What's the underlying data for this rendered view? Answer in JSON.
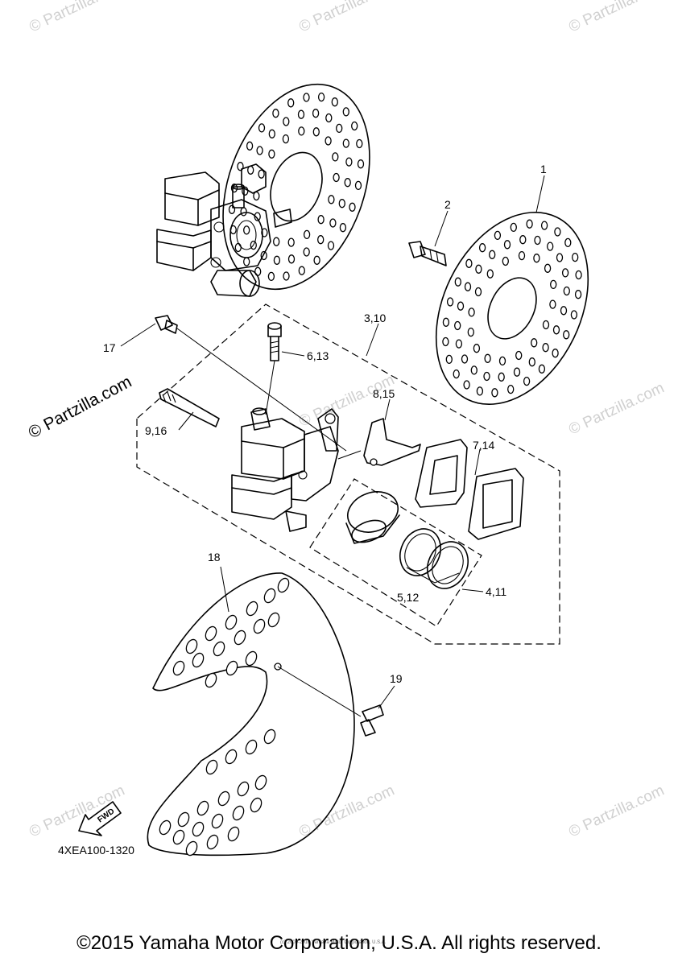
{
  "diagram_code": "4XEA100-1320",
  "copyright": "©2015 Yamaha Motor Corporation, U.S.A. All rights reserved.",
  "fine_print": "(c) 2005-2016 Yamaha Motor Corporation, U.S.A.",
  "watermark": "© Partzilla.com",
  "fwd_label": "FWD",
  "callouts": [
    {
      "id": "1",
      "label": "1"
    },
    {
      "id": "2",
      "label": "2"
    },
    {
      "id": "3_10",
      "label": "3,10"
    },
    {
      "id": "4_11",
      "label": "4,11"
    },
    {
      "id": "5_12",
      "label": "5,12"
    },
    {
      "id": "6_13",
      "label": "6,13"
    },
    {
      "id": "7_14",
      "label": "7,14"
    },
    {
      "id": "8_15",
      "label": "8,15"
    },
    {
      "id": "9_16",
      "label": "9,16"
    },
    {
      "id": "17",
      "label": "17"
    },
    {
      "id": "18",
      "label": "18"
    },
    {
      "id": "19",
      "label": "19"
    }
  ]
}
